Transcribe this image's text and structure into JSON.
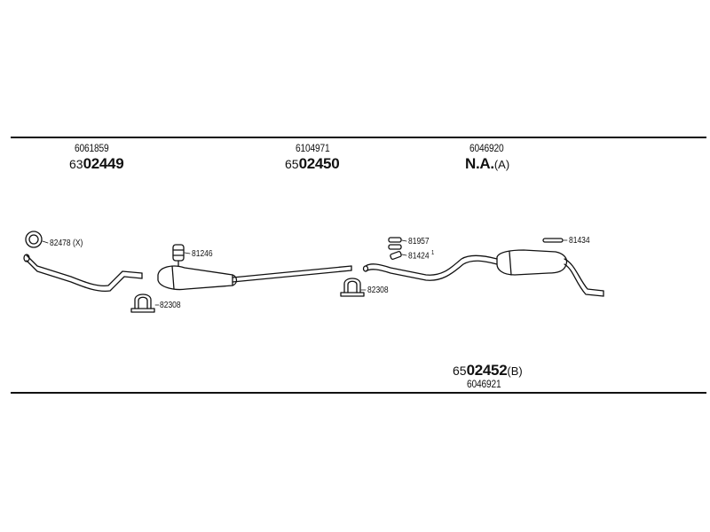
{
  "sections": [
    {
      "ref": "6061859",
      "code_prefix": "63",
      "code_main": "02449",
      "code_suffix": ""
    },
    {
      "ref": "6104971",
      "code_prefix": "65",
      "code_main": "02450",
      "code_suffix": ""
    },
    {
      "ref": "6046920",
      "code_prefix": "",
      "code_main": "N.A.",
      "code_suffix": "(A)"
    }
  ],
  "bottom_assembly": {
    "code_prefix": "65",
    "code_main": "02452",
    "code_suffix": "(B)",
    "ref": "6046921"
  },
  "parts": {
    "gasket_front": "82478 (X)",
    "clamp_left": "82308",
    "rubber_mount_1": "81246",
    "clamp_right": "82308",
    "mount_a": "81957",
    "mount_b": "81424",
    "mount_b_mark": "1",
    "bracket_rear": "81434"
  },
  "colors": {
    "line": "#111111",
    "background": "#ffffff"
  }
}
